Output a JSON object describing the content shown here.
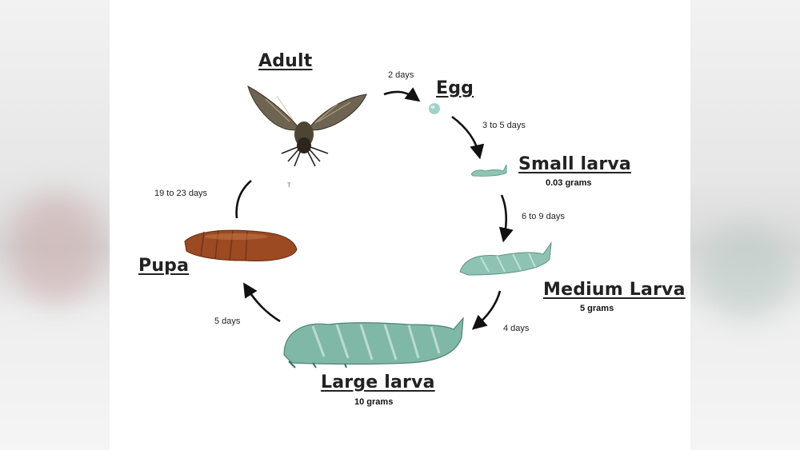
{
  "stages": {
    "adult": {
      "label": "Adult"
    },
    "egg": {
      "label": "Egg"
    },
    "small_larva": {
      "label": "Small larva",
      "weight": "0.03 grams"
    },
    "medium_larva": {
      "label": "Medium Larva",
      "weight": "5 grams"
    },
    "large_larva": {
      "label": "Large larva",
      "weight": "10 grams"
    },
    "pupa": {
      "label": "Pupa"
    }
  },
  "durations": {
    "adult_to_egg": "2 days",
    "egg_to_small": "3 to 5 days",
    "small_to_medium": "6 to 9 days",
    "medium_to_large": "4 days",
    "large_to_pupa": "5 days",
    "pupa_to_adult": "19 to 23 days"
  },
  "colors": {
    "larva_green": "#7fb8a6",
    "pupa_brown": "#9b4a22",
    "egg_teal": "#9fd3c8",
    "arrow": "#111111"
  },
  "icons": [
    "moth-image",
    "egg-image",
    "caterpillar-image",
    "pupa-image",
    "cycle-arrow-icon"
  ]
}
